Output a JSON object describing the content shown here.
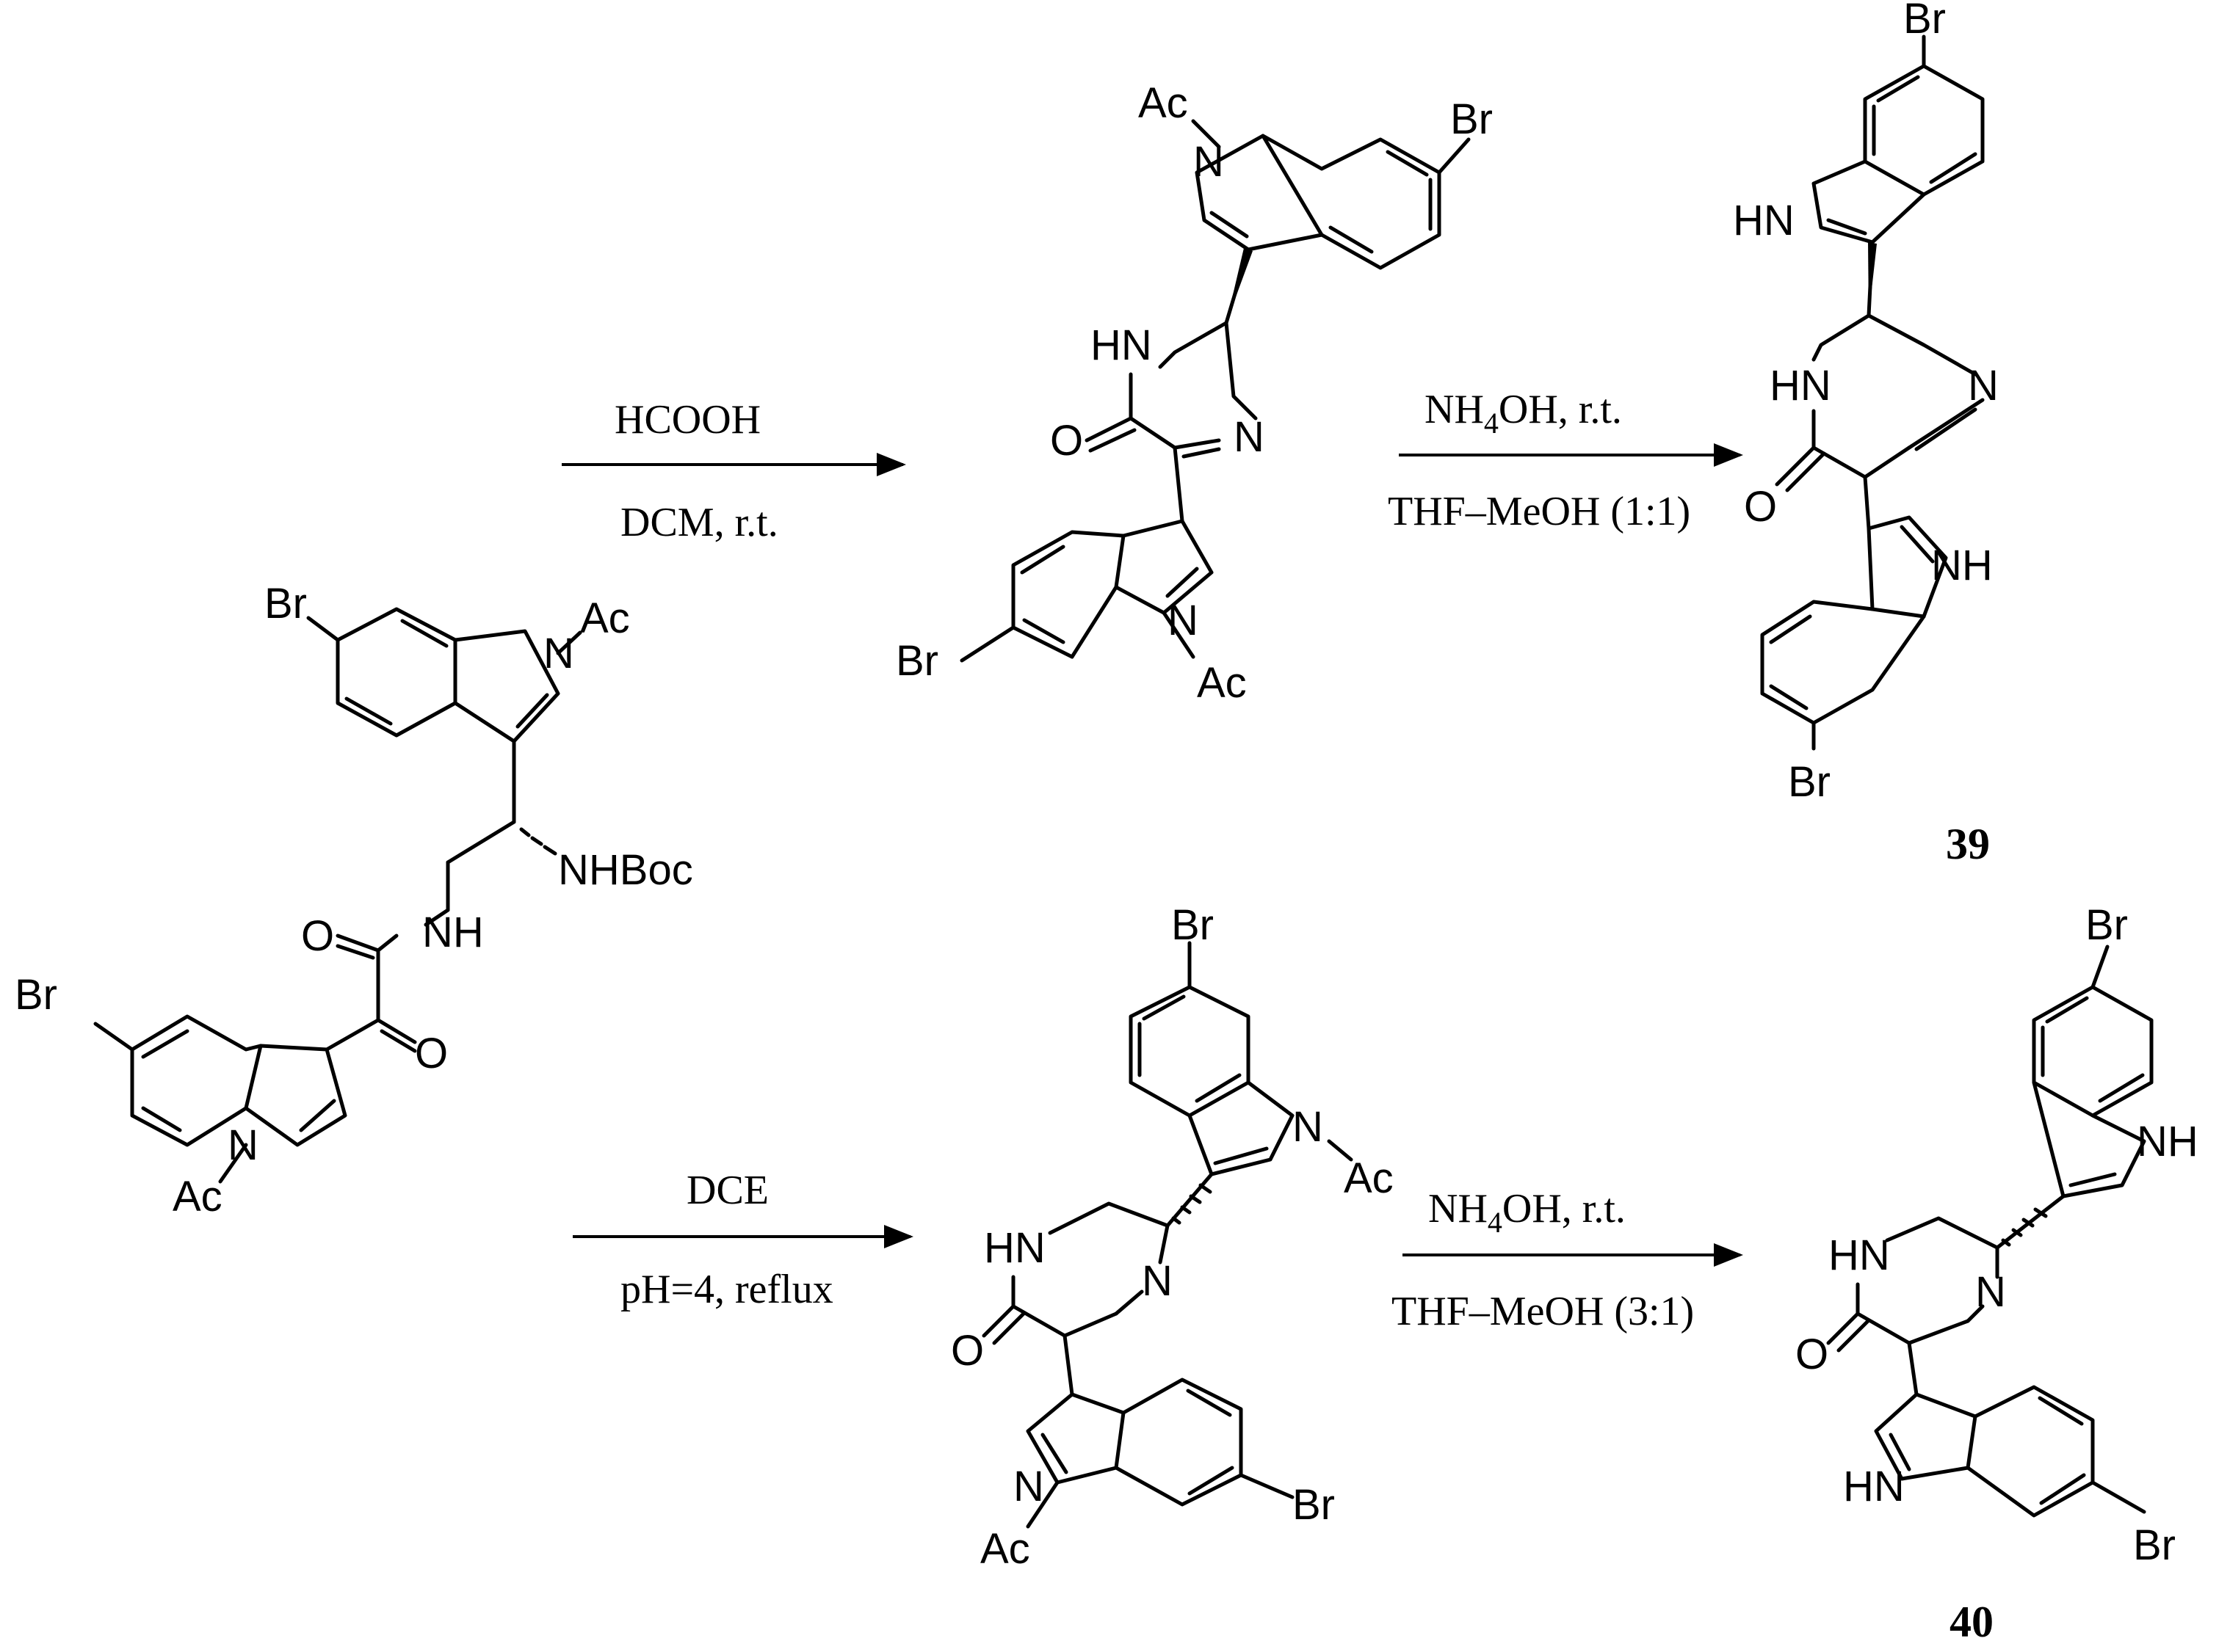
{
  "atoms": {
    "br": "Br",
    "ac": "Ac",
    "nh": "NH",
    "hn": "HN",
    "n": "N",
    "o": "O",
    "nhboc": "NHBoc"
  },
  "conditions": {
    "step1_top": "HCOOH",
    "step1_bottom": "DCM, r.t.",
    "step2_top_a": "NH",
    "step2_top_sub": "4",
    "step2_top_b": "OH,  r.t.",
    "step2_bottom": "THF–MeOH (1:1)",
    "step3_top": "DCE",
    "step3_bottom": "pH=4, reflux",
    "step4_top_a": "NH",
    "step4_top_sub": "4",
    "step4_top_b": "OH,  r.t.",
    "step4_bottom": "THF–MeOH (3:1)"
  },
  "compounds": {
    "c39": "39",
    "c40": "40"
  }
}
